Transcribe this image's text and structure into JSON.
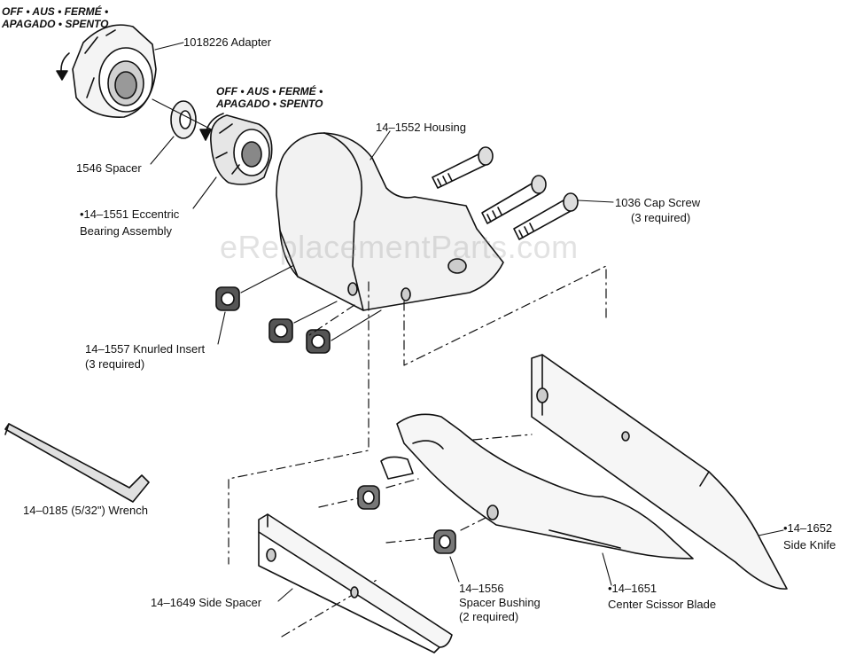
{
  "watermark": "eReplacementParts.com",
  "switch_label_1": {
    "line1": "OFF • AUS • FERMÉ •",
    "line2": "APAGADO • SPENTO"
  },
  "switch_label_2": {
    "line1": "OFF • AUS • FERMÉ •",
    "line2": "APAGADO • SPENTO"
  },
  "parts": {
    "adapter": "1018226 Adapter",
    "spacer": "1546 Spacer",
    "eccentric_1": "•14–1551 Eccentric",
    "eccentric_2": "Bearing Assembly",
    "housing": "14–1552 Housing",
    "cap_screw_1": "1036 Cap Screw",
    "cap_screw_2": "(3 required)",
    "knurled_1": "14–1557 Knurled Insert",
    "knurled_2": "(3 required)",
    "wrench": "14–0185 (5/32\") Wrench",
    "side_knife_1": "•14–1652",
    "side_knife_2": "Side Knife",
    "side_spacer": "14–1649 Side Spacer",
    "bushing_1": "14–1556",
    "bushing_2": "Spacer Bushing",
    "bushing_3": "(2 required)",
    "center_blade_1": "•14–1651",
    "center_blade_2": "Center Scissor Blade"
  }
}
